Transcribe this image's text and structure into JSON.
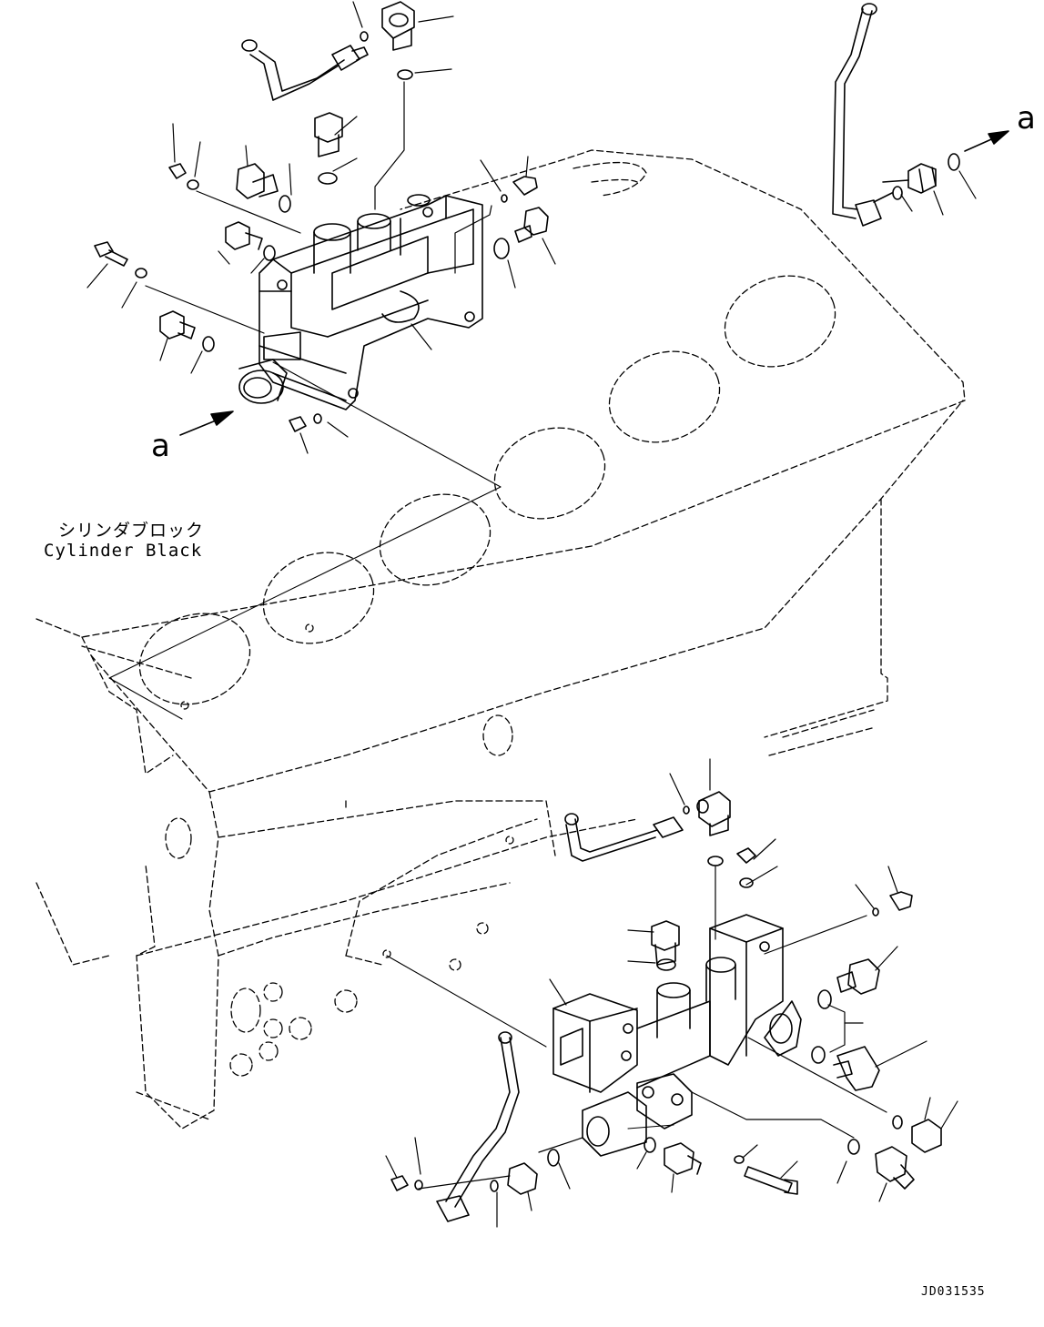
{
  "labels": {
    "cylinder_block_jp": "シリンダブロック",
    "cylinder_block_en": "Cylinder Black",
    "view_mark_right": "a",
    "view_mark_left": "a",
    "drawing_number": "JD031535"
  }
}
